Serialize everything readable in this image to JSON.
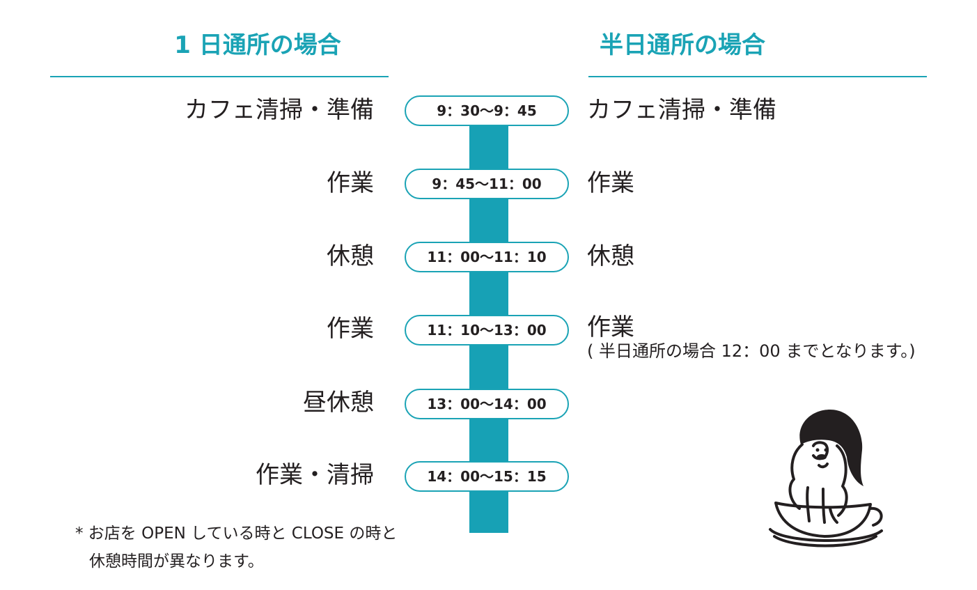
{
  "headings": {
    "full_day": "1 日通所の場合",
    "half_day": "半日通所の場合"
  },
  "schedule": [
    {
      "left": "カフェ清掃・準備",
      "time": "9：30～9：45",
      "right": "カフェ清掃・準備"
    },
    {
      "left": "作業",
      "time": "9：45～11：00",
      "right": "作業"
    },
    {
      "left": "休憩",
      "time": "11：00～11：10",
      "right": "休憩"
    },
    {
      "left": "作業",
      "time": "11：10～13：00",
      "right": "作業"
    },
    {
      "left": "昼休憩",
      "time": "13：00～14：00",
      "right": ""
    },
    {
      "left": "作業・清掃",
      "time": "14：00～15：15",
      "right": ""
    }
  ],
  "half_day_note": "( 半日通所の場合 12：00 までとなります。)",
  "footnote": {
    "line1": "* お店を OPEN している時と CLOSE の時と",
    "line2": "休憩時間が異なります。"
  },
  "colors": {
    "accent": "#1aa3b5",
    "bar": "#17a1b5",
    "text": "#231f20"
  },
  "icons": {
    "mascot": "capybara-in-teacup-icon"
  }
}
